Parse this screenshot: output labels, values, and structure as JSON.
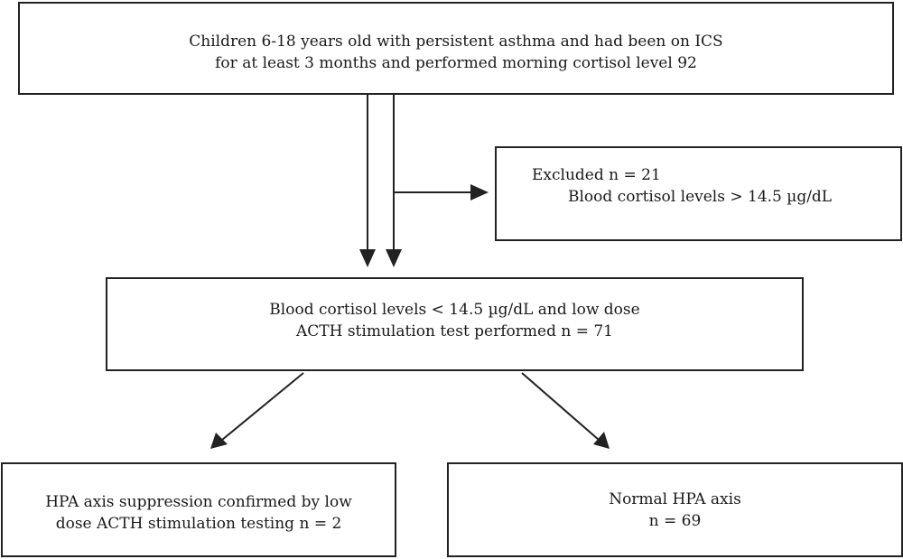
{
  "flowchart": {
    "top_box": {
      "line1": "Children 6-18 years old with persistent asthma and had been on ICS",
      "line2": "for at least 3 months and performed morning cortisol level 92"
    },
    "excluded_box": {
      "line1": "Excluded n = 21",
      "line2": "Blood cortisol levels > 14.5 µg/dL"
    },
    "middle_box": {
      "line1": "Blood cortisol levels < 14.5 µg/dL and low dose",
      "line2": "ACTH stimulation test performed n = 71"
    },
    "left_box": {
      "line1": "HPA axis suppression confirmed by low",
      "line2": "dose ACTH stimulation testing n = 2"
    },
    "right_box": {
      "line1": "Normal HPA axis",
      "line2": "n = 69"
    }
  },
  "colors": {
    "line": "#222222",
    "text": "#1a1a1a",
    "background": "#ffffff"
  }
}
